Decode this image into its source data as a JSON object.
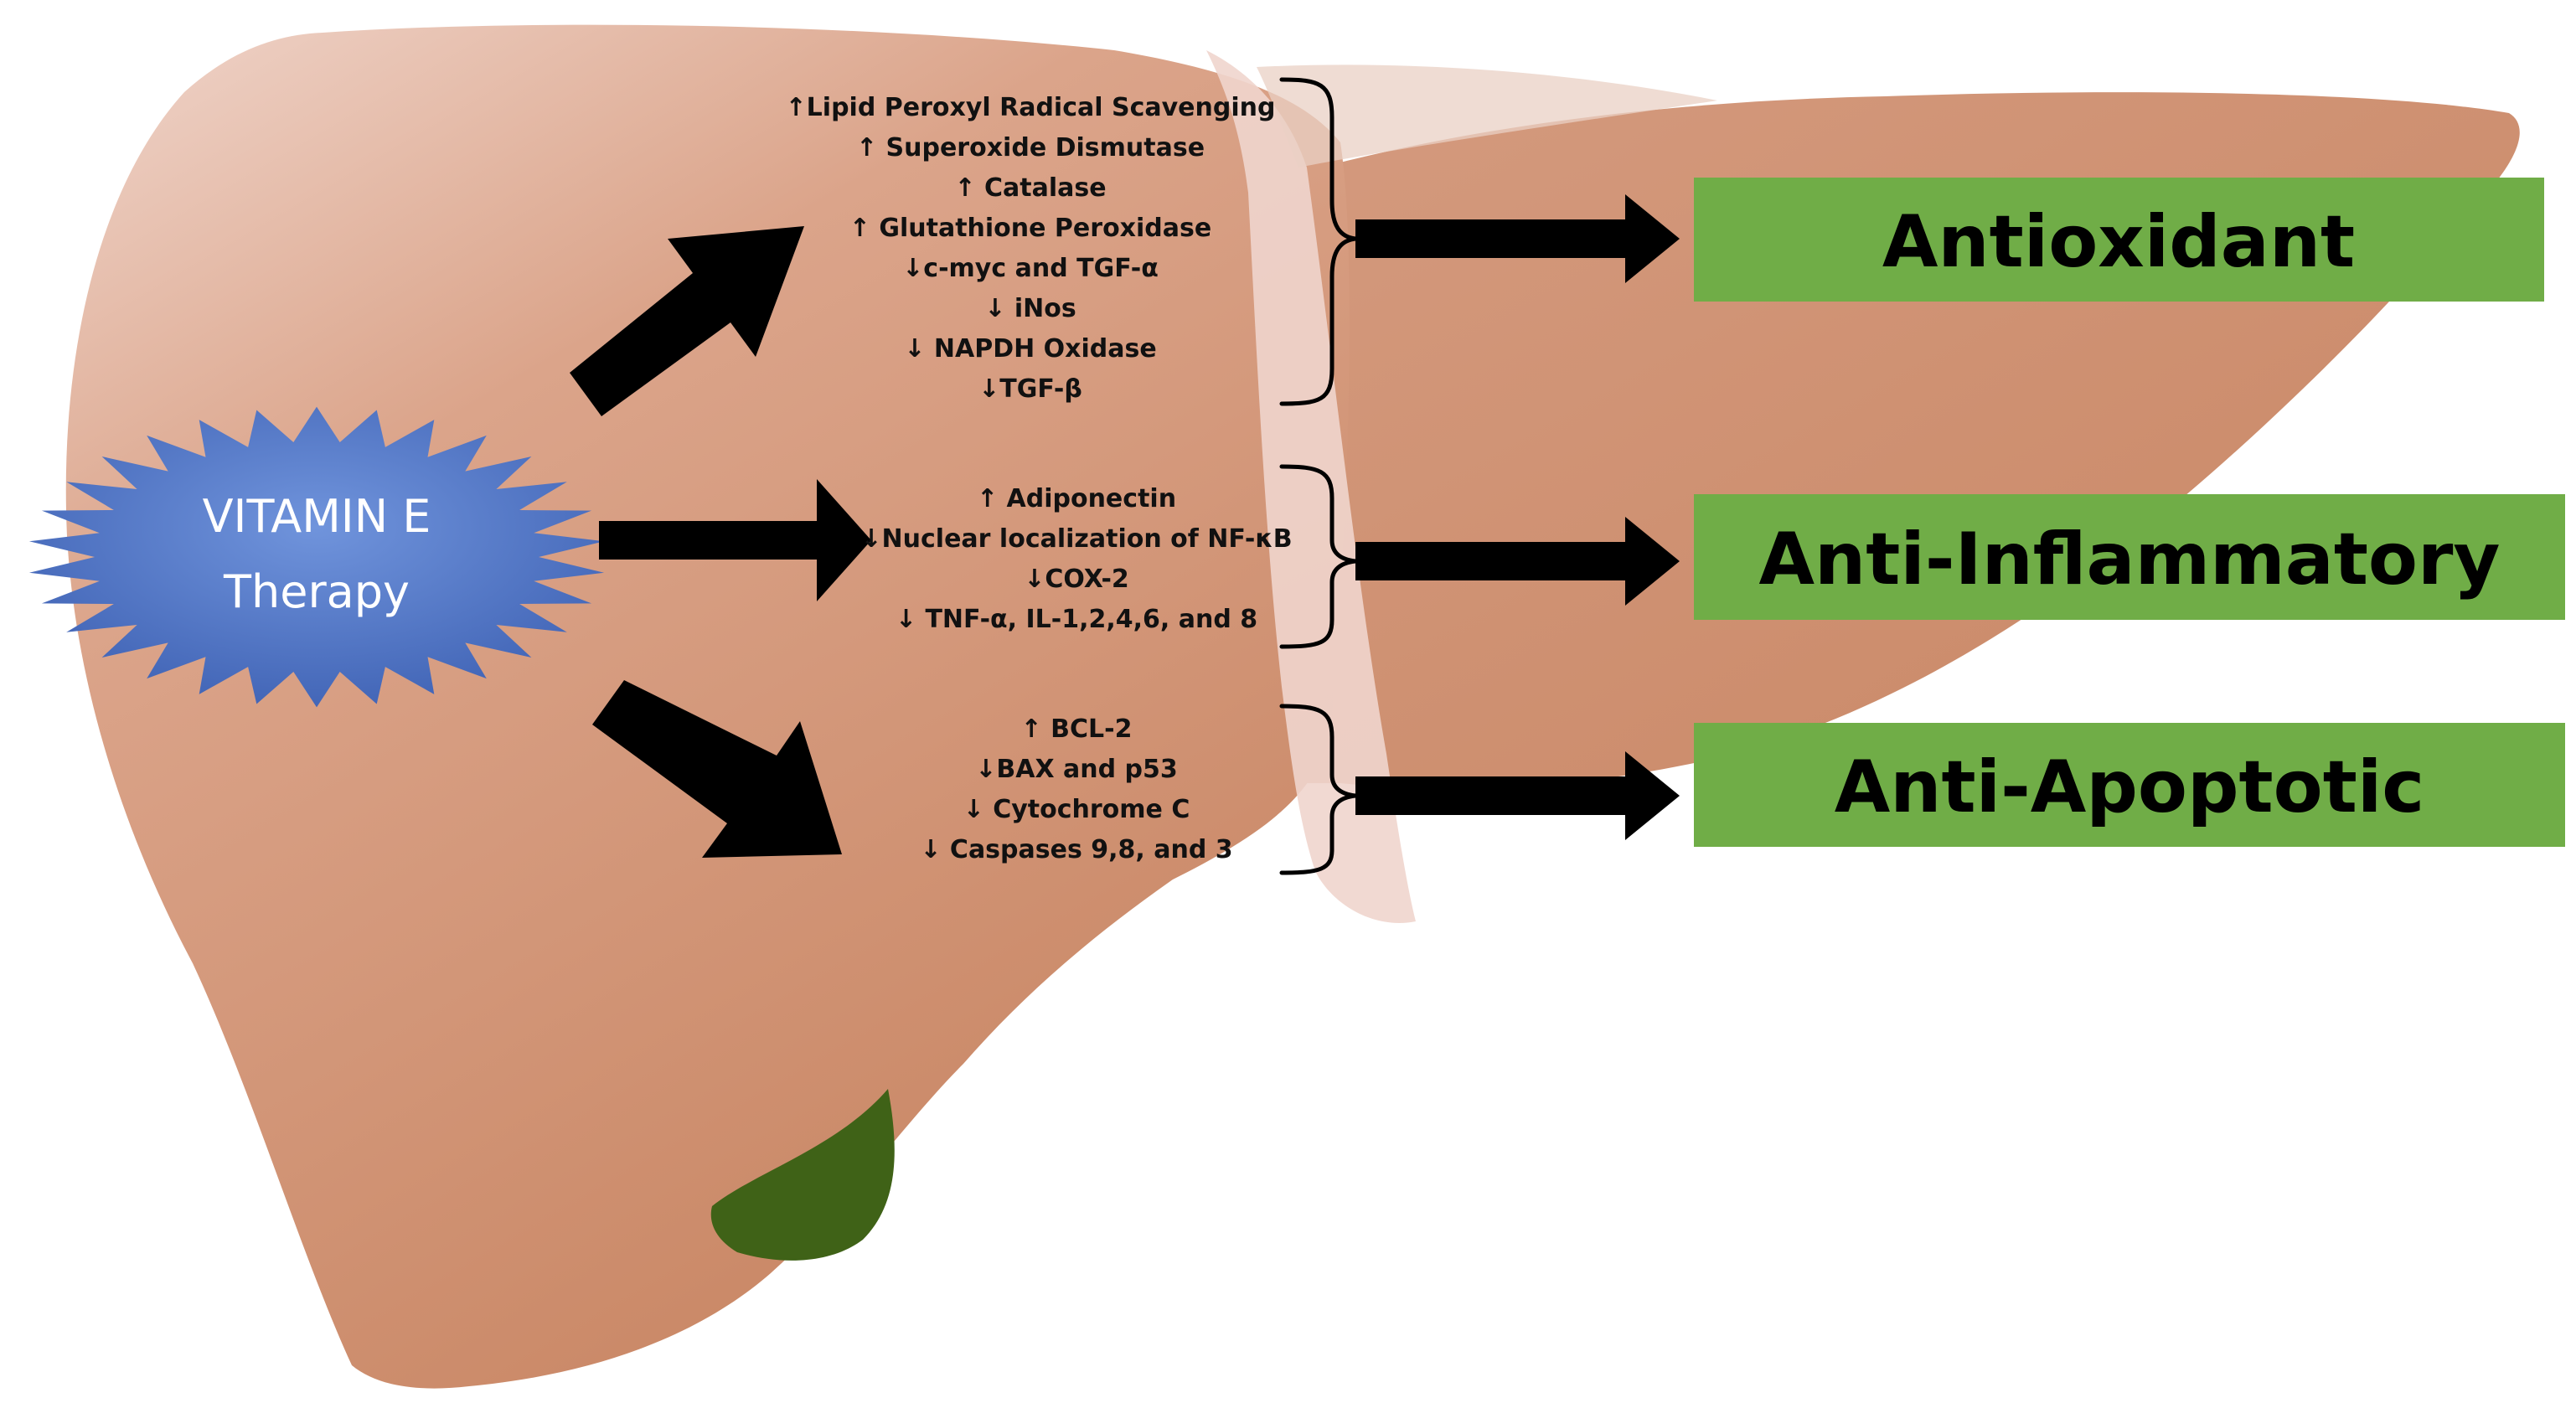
{
  "therapy": {
    "line1": "VITAMIN  E",
    "line2": "Therapy"
  },
  "groups": [
    {
      "items": [
        "↑Lipid Peroxyl Radical Scavenging",
        "↑ Superoxide Dismutase",
        "↑ Catalase",
        "↑ Glutathione Peroxidase",
        "↓c-myc and TGF-α",
        "↓ iNos",
        "↓ NAPDH Oxidase",
        "↓TGF-β"
      ],
      "effect": "Antioxidant"
    },
    {
      "items": [
        "↑ Adiponectin",
        "↓Nuclear localization of NF-κB",
        "↓COX-2",
        "↓ TNF-α, IL-1,2,4,6, and 8"
      ],
      "effect": "Anti-Inflammatory"
    },
    {
      "items": [
        "↑ BCL-2",
        "↓BAX and p53",
        "↓ Cytochrome C",
        "↓ Caspases 9,8, and 3"
      ],
      "effect": "Anti-Apoptotic"
    }
  ],
  "colors": {
    "liver": "#c98765",
    "liver_highlight": "#f0d6cc",
    "ligament": "#efd5cd",
    "gallbladder": "#3f6217",
    "starburst": "#4e72c4",
    "effect_box": "#70ad47",
    "arrow": "#000000"
  }
}
